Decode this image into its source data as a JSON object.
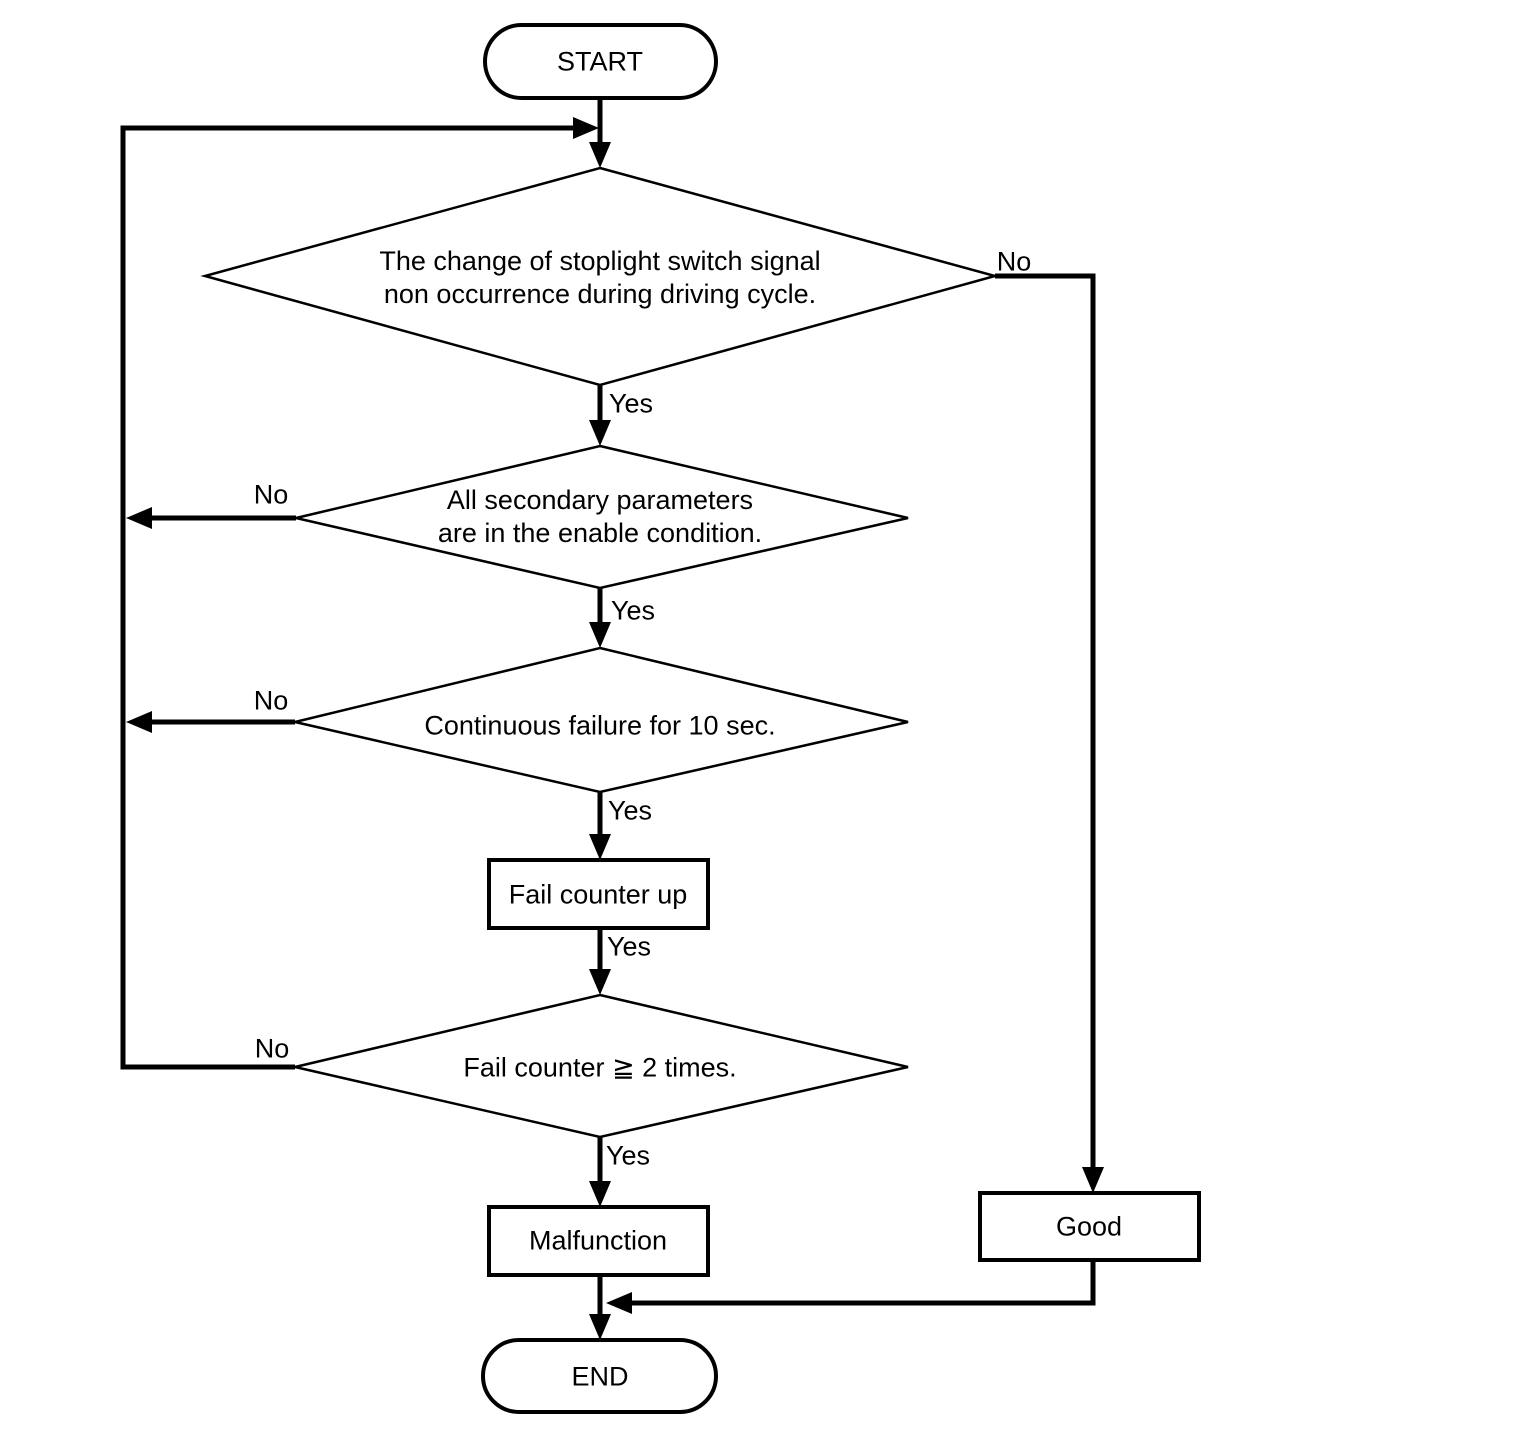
{
  "nodes": {
    "start": {
      "label": "START"
    },
    "decision1": {
      "line1": "The change of stoplight switch signal",
      "line2": "non occurrence during driving cycle."
    },
    "decision2": {
      "line1": "All secondary parameters",
      "line2": "are in the enable condition."
    },
    "decision3": {
      "label": "Continuous failure for 10 sec."
    },
    "fail_counter": {
      "label": "Fail counter up"
    },
    "decision4": {
      "label": "Fail counter ≧ 2 times."
    },
    "malfunction": {
      "label": "Malfunction"
    },
    "good": {
      "label": "Good"
    },
    "end": {
      "label": "END"
    }
  },
  "edge_labels": {
    "decision1_no": "No",
    "decision1_yes": "Yes",
    "decision2_no": "No",
    "decision2_yes": "Yes",
    "decision3_no": "No",
    "decision3_yes": "Yes",
    "fail_counter_yes": "Yes",
    "decision4_no": "No",
    "decision4_yes": "Yes"
  },
  "colors": {
    "line": "#000000",
    "background": "#ffffff"
  }
}
